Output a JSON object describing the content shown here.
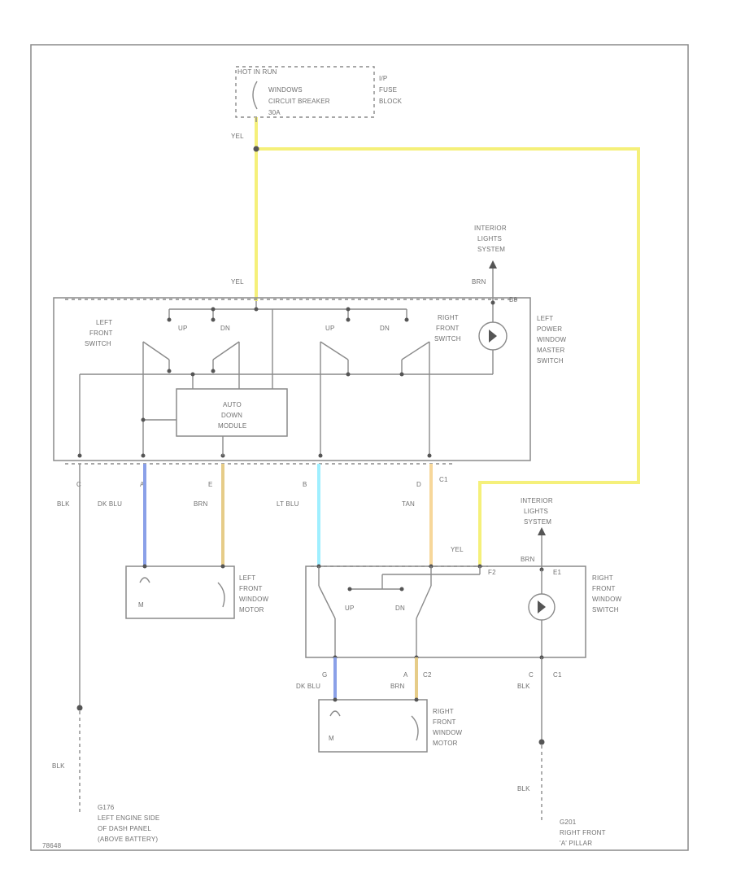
{
  "colors": {
    "yel": "#f5f07a",
    "dk_blu": "#8aa0e8",
    "lt_blu": "#9fefff",
    "brn": "#e6cc88",
    "tan": "#f7d79a",
    "line": "#8a8a8a",
    "text": "#707070"
  },
  "fuse": {
    "header": "HOT IN RUN",
    "name_line1": "WINDOWS",
    "name_line2": "CIRCUIT BREAKER",
    "name_line3": "30A",
    "block_line1": "I/P",
    "block_line2": "FUSE",
    "block_line3": "BLOCK"
  },
  "wires": {
    "yel_top": "YEL",
    "yel_master": "YEL",
    "yel_right": "YEL",
    "brn_master": "BRN",
    "brn_right": "BRN",
    "blk_c": "BLK",
    "dk_blu_a": "DK BLU",
    "brn_e": "BRN",
    "lt_blu_b": "LT BLU",
    "tan_d": "TAN",
    "dk_blu_right": "DK BLU",
    "brn_right_motor": "BRN",
    "blk_right": "BLK",
    "blk_left_ground": "BLK",
    "blk_right_ground": "BLK"
  },
  "interior_top": {
    "line1": "INTERIOR",
    "line2": "LIGHTS",
    "line3": "SYSTEM"
  },
  "interior_right": {
    "line1": "INTERIOR",
    "line2": "LIGHTS",
    "line3": "SYSTEM"
  },
  "master": {
    "pin_top": "B8",
    "left_front_line1": "LEFT",
    "left_front_line2": "FRONT",
    "left_front_line3": "SWITCH",
    "up_left": "UP",
    "dn_left": "DN",
    "up_right": "UP",
    "dn_right": "DN",
    "right_front_line1": "RIGHT",
    "right_front_line2": "FRONT",
    "right_front_line3": "SWITCH",
    "title_line1": "LEFT",
    "title_line2": "POWER",
    "title_line3": "WINDOW",
    "title_line4": "MASTER",
    "title_line5": "SWITCH",
    "auto_line1": "AUTO",
    "auto_line2": "DOWN",
    "auto_line3": "MODULE",
    "pin_c": "C",
    "pin_a": "A",
    "pin_e": "E",
    "pin_b": "B",
    "pin_d": "D",
    "conn_c1": "C1"
  },
  "left_motor": {
    "line1": "LEFT",
    "line2": "FRONT",
    "line3": "WINDOW",
    "line4": "MOTOR"
  },
  "right_switch": {
    "pin_f": "F2",
    "pin_e1": "E1",
    "up": "UP",
    "dn": "DN",
    "title_line1": "RIGHT",
    "title_line2": "FRONT",
    "title_line3": "WINDOW",
    "title_line4": "SWITCH",
    "pin_g": "G",
    "pin_a": "A",
    "conn_c2": "C2",
    "pin_c": "C",
    "conn_c1": "C1"
  },
  "right_motor": {
    "line1": "RIGHT",
    "line2": "FRONT",
    "line3": "WINDOW",
    "line4": "MOTOR"
  },
  "ground_left": {
    "line1": "G176",
    "line2": "LEFT ENGINE SIDE",
    "line3": "OF DASH PANEL",
    "line4": "(ABOVE BATTERY)"
  },
  "ground_right": {
    "line1": "G201",
    "line2": "RIGHT FRONT",
    "line3": "'A' PILLAR"
  },
  "figure_id": "78648"
}
